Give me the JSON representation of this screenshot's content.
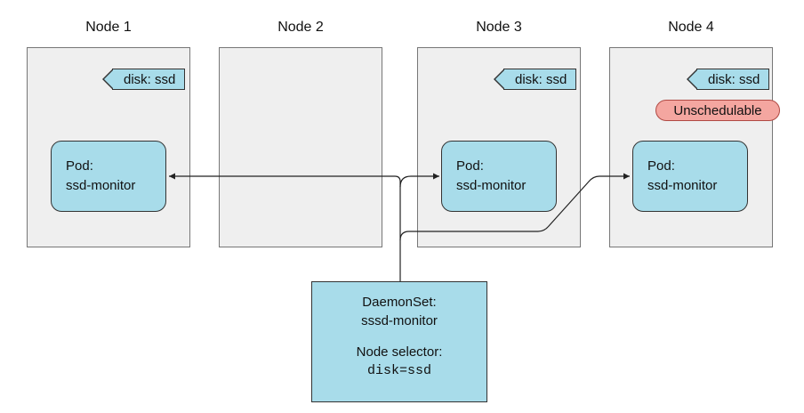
{
  "nodes": [
    {
      "title": "Node 1",
      "label": "disk: ssd",
      "pod": {
        "kind": "Pod:",
        "name": "ssd-monitor"
      }
    },
    {
      "title": "Node 2"
    },
    {
      "title": "Node 3",
      "label": "disk: ssd",
      "pod": {
        "kind": "Pod:",
        "name": "ssd-monitor"
      }
    },
    {
      "title": "Node 4",
      "label": "disk: ssd",
      "badge": "Unschedulable",
      "pod": {
        "kind": "Pod:",
        "name": "ssd-monitor"
      }
    }
  ],
  "daemonset": {
    "kind": "DaemonSet:",
    "name": "sssd-monitor",
    "selector_label": "Node selector:",
    "selector_value": "disk=ssd"
  },
  "colors": {
    "node_fill": "#efefef",
    "pod_fill": "#a8dcea",
    "badge_fill": "#f4a6a0"
  }
}
